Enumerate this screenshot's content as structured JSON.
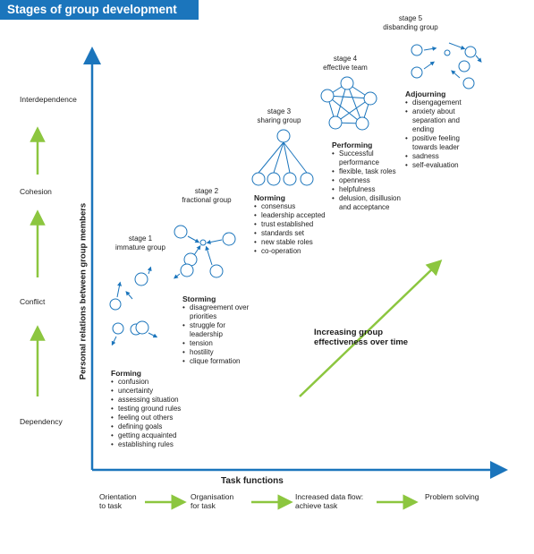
{
  "title": "Stages of group development",
  "y_axis": {
    "title": "Personal relations between group members",
    "levels": [
      "Interdependence",
      "Cohesion",
      "Conflict",
      "Dependency"
    ]
  },
  "x_axis": {
    "title": "Task functions",
    "steps": [
      "Orientation\nto task",
      "Organisation\nfor task",
      "Increased data flow:\nachieve task",
      "Problem solving"
    ]
  },
  "stages": [
    {
      "label": "stage 1\nimmature group",
      "heading": "Forming",
      "items": [
        "confusion",
        "uncertainty",
        "assessing  situation",
        "testing ground rules",
        "feeling out others",
        "defining goals",
        "getting acquainted",
        "establishing rules"
      ]
    },
    {
      "label": "stage 2\nfractional group",
      "heading": "Storming",
      "items": [
        "disagreement over priorities",
        "struggle for leadership",
        "tension",
        "hostility",
        "clique formation"
      ]
    },
    {
      "label": "stage 3\nsharing group",
      "heading": "Norming",
      "items": [
        "consensus",
        "leadership accepted",
        "trust established",
        "standards set",
        "new stable roles",
        "co-operation"
      ]
    },
    {
      "label": "stage 4\neffective team",
      "heading": "Performing",
      "items": [
        "Successful performance",
        "flexible, task roles",
        "openness",
        "helpfulness",
        "delusion, disillusion and acceptance"
      ]
    },
    {
      "label": "stage 5\ndisbanding group",
      "heading": "Adjourning",
      "items": [
        "disengagement",
        "anxiety about separation and ending",
        "positive feeling towards leader",
        "sadness",
        "self-evaluation"
      ]
    }
  ],
  "effectiveness_label": "Increasing group\neffectiveness over time",
  "colors": {
    "title_bg": "#1b75bc",
    "axis": "#1b75bc",
    "arrow_green": "#8cc63f",
    "node_stroke": "#1b75bc"
  }
}
